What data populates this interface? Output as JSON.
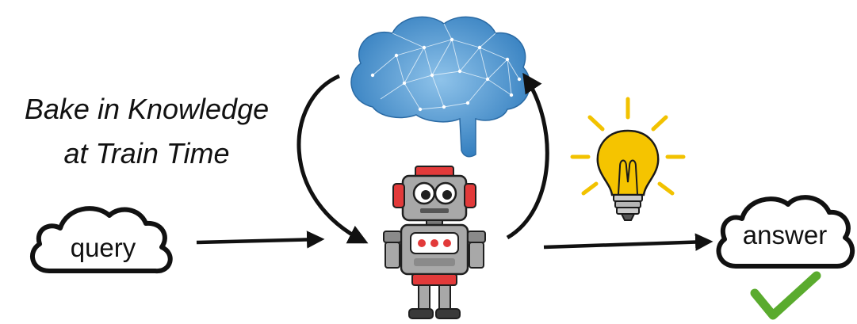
{
  "caption": {
    "line1": "Bake in Knowledge",
    "line2": "at Train Time"
  },
  "nodes": {
    "query": "query",
    "answer": "answer"
  },
  "colors": {
    "brain": "#3a87c4",
    "brain_light": "#7db6e0",
    "bulb": "#f5c400",
    "bulb_rays": "#f2c200",
    "robot_gray": "#9a9a9a",
    "robot_red": "#e23a3a",
    "checkmark": "#5aab2e",
    "arrows": "#111111"
  },
  "icons": [
    "brain-icon",
    "lightbulb-icon",
    "robot-icon",
    "cloud-icon",
    "checkmark-icon",
    "arrow-icon"
  ]
}
